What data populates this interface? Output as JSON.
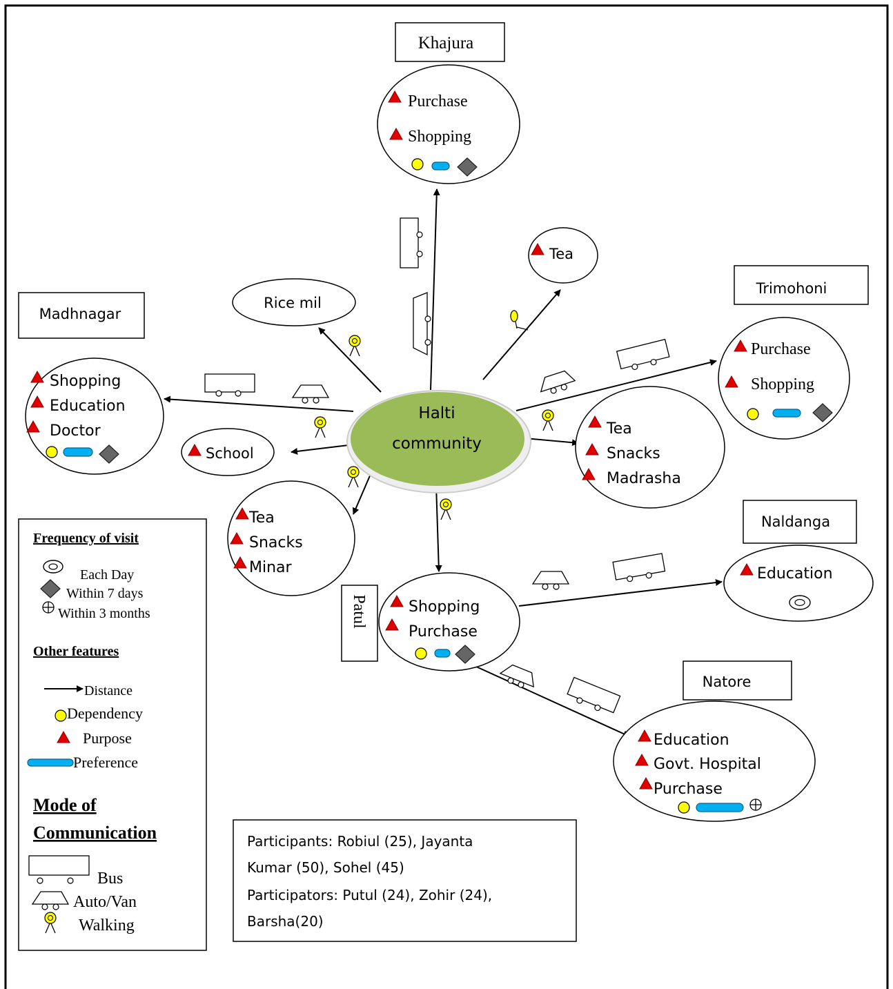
{
  "center": {
    "line1": "Halti",
    "line2": "community"
  },
  "places": {
    "khajura": "Khajura",
    "trimohoni": "Trimohoni",
    "madhnagar": "Madhnagar",
    "naldanga": "Naldanga",
    "patul": "Patul",
    "natore": "Natore"
  },
  "nodes": {
    "khajura_items": [
      "Purchase",
      "Shopping"
    ],
    "tea_small": "Tea",
    "rice_mil": "Rice mil",
    "trimohoni_items": [
      "Purchase",
      "Shopping"
    ],
    "madhnagar_items": [
      "Shopping",
      "Education",
      "Doctor"
    ],
    "school": "School",
    "tea_right_items": [
      "Tea",
      "Snacks",
      "Madrasha"
    ],
    "tea_left_items": [
      "Tea",
      "Snacks",
      "Minar"
    ],
    "patul_items": [
      "Shopping",
      "Purchase"
    ],
    "naldanga_items": [
      "Education"
    ],
    "natore_items": [
      "Education",
      "Govt. Hospital",
      "Purchase"
    ]
  },
  "legend": {
    "frequency_title": "Frequency of visit",
    "each_day": "Each Day",
    "within_7": "Within 7 days",
    "within_3m": "Within 3 months",
    "other_title": "Other features",
    "distance": "Distance",
    "dependency": "Dependency",
    "purpose": "Purpose",
    "preference": "Preference",
    "mode_title_1": "Mode of",
    "mode_title_2": "Communication",
    "bus": "Bus",
    "auto": "Auto/Van",
    "walking": "Walking"
  },
  "participants": {
    "line1": "Participants: Robiul (25), Jayanta",
    "line2": "Kumar (50), Sohel (45)",
    "line3": "Participators: Putul (24), Zohir (24),",
    "line4": "Barsha(20)"
  },
  "colors": {
    "center_fill": "#9bbb59",
    "dependency": "#ffff00",
    "purpose": "#e00000",
    "preference": "#00b0f0",
    "frequency_week": "#666666"
  },
  "icons": [
    "bus-icon",
    "auto-van-icon",
    "walking-icon",
    "dependency-icon",
    "purpose-icon",
    "preference-icon",
    "each-day-icon",
    "within-7-days-icon",
    "within-3-months-icon"
  ]
}
